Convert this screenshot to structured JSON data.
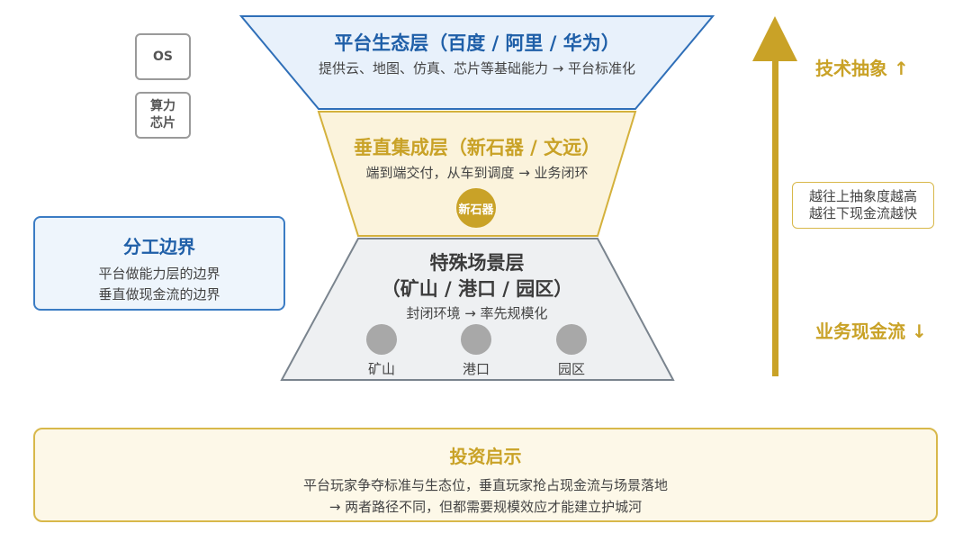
{
  "side_tags": {
    "os": "OS",
    "chip_line1": "算力",
    "chip_line2": "芯片"
  },
  "platform_layer": {
    "title": "平台生态层（百度 / 阿里 / 华为）",
    "subtitle": "提供云、地图、仿真、芯片等基础能力 → 平台标准化"
  },
  "vertical_layer": {
    "title": "垂直集成层（新石器 / 文远）",
    "subtitle": "端到端交付，从车到调度 → 业务闭环",
    "badge": "新石器"
  },
  "scene_layer": {
    "title_line1": "特殊场景层",
    "title_line2": "（矿山 / 港口 / 园区）",
    "subtitle": "封闭环境 → 率先规模化",
    "scenes": [
      "矿山",
      "港口",
      "园区"
    ]
  },
  "division": {
    "title": "分工边界",
    "line1": "平台做能力层的边界",
    "line2": "垂直做现金流的边界"
  },
  "right_axis": {
    "top_label": "技术抽象 ↑",
    "note_line1": "越往上抽象度越高",
    "note_line2": "越往下现金流越快",
    "bottom_label": "业务现金流 ↓"
  },
  "investment": {
    "title": "投资启示",
    "line1": "平台玩家争夺标准与生态位，垂直玩家抢占现金流与场景落地",
    "line2": "→ 两者路径不同，但都需要规模效应才能建立护城河"
  },
  "colors": {
    "platform": "#1f5fa8",
    "vertical": "#c9a227",
    "scene": "#6f7a85",
    "arrow": "#c9a227"
  }
}
